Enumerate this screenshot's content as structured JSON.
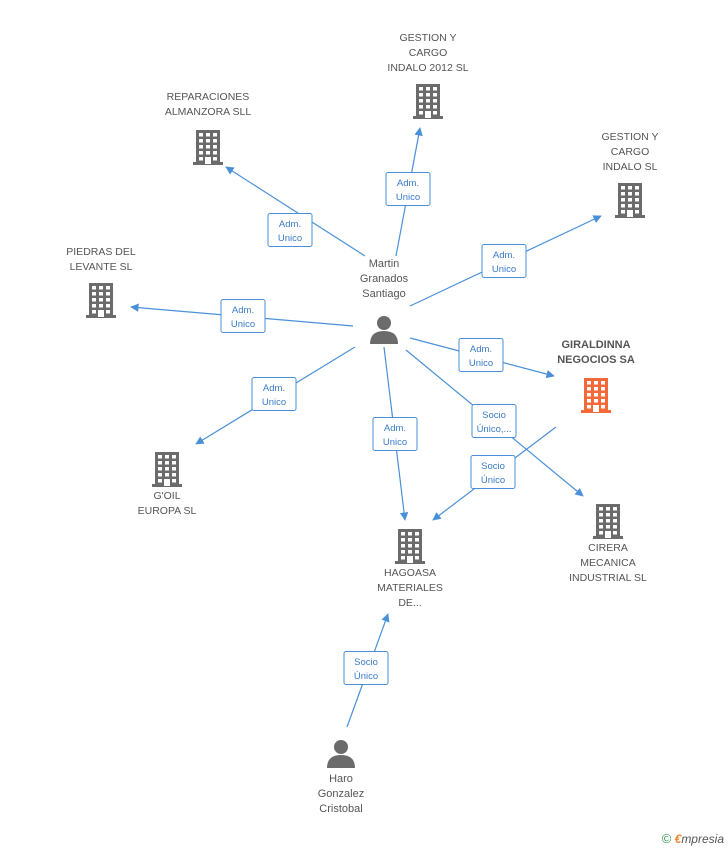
{
  "colors": {
    "edge": "#4a90d9",
    "building": "#6b6b6b",
    "focus_building": "#f26a3a",
    "person": "#6b6b6b"
  },
  "nodes": [
    {
      "id": "martin",
      "kind": "person",
      "icon": "person-icon",
      "lines": [
        "Martin",
        "Granados",
        "Santiago"
      ]
    },
    {
      "id": "haro",
      "kind": "person",
      "icon": "person-icon",
      "lines": [
        "Haro",
        "Gonzalez",
        "Cristobal"
      ]
    },
    {
      "id": "giraldinna",
      "kind": "company-focus",
      "icon": "building-icon",
      "lines": [
        "GIRALDINNA",
        "NEGOCIOS SA"
      ]
    },
    {
      "id": "gestion2012",
      "kind": "company",
      "icon": "building-icon",
      "lines": [
        "GESTION Y",
        "CARGO",
        "INDALO 2012 SL"
      ]
    },
    {
      "id": "gestion",
      "kind": "company",
      "icon": "building-icon",
      "lines": [
        "GESTION Y",
        "CARGO",
        "INDALO SL"
      ]
    },
    {
      "id": "reparaciones",
      "kind": "company",
      "icon": "building-icon",
      "lines": [
        "REPARACIONES",
        "ALMANZORA SLL"
      ]
    },
    {
      "id": "piedras",
      "kind": "company",
      "icon": "building-icon",
      "lines": [
        "PIEDRAS DEL",
        "LEVANTE  SL"
      ]
    },
    {
      "id": "goil",
      "kind": "company",
      "icon": "building-icon",
      "lines": [
        "G'OIL",
        "EUROPA  SL"
      ]
    },
    {
      "id": "hagoasa",
      "kind": "company",
      "icon": "building-icon",
      "lines": [
        "HAGOASA",
        "MATERIALES",
        "DE..."
      ]
    },
    {
      "id": "cirera",
      "kind": "company",
      "icon": "building-icon",
      "lines": [
        "CIRERA",
        "MECANICA",
        "INDUSTRIAL  SL"
      ]
    }
  ],
  "edges": [
    {
      "from": "martin",
      "to": "gestion2012",
      "label": [
        "Adm.",
        "Unico"
      ]
    },
    {
      "from": "martin",
      "to": "reparaciones",
      "label": [
        "Adm.",
        "Unico"
      ]
    },
    {
      "from": "martin",
      "to": "gestion",
      "label": [
        "Adm.",
        "Unico"
      ]
    },
    {
      "from": "martin",
      "to": "piedras",
      "label": [
        "Adm.",
        "Unico"
      ]
    },
    {
      "from": "martin",
      "to": "giraldinna",
      "label": [
        "Adm.",
        "Unico"
      ]
    },
    {
      "from": "martin",
      "to": "goil",
      "label": [
        "Adm.",
        "Unico"
      ]
    },
    {
      "from": "martin",
      "to": "hagoasa",
      "label": [
        "Adm.",
        "Unico"
      ]
    },
    {
      "from": "martin",
      "to": "cirera",
      "label": [
        "Socio",
        "Único,..."
      ]
    },
    {
      "from": "giraldinna",
      "to": "hagoasa",
      "label": [
        "Socio",
        "Único"
      ]
    },
    {
      "from": "haro",
      "to": "hagoasa",
      "label": [
        "Socio",
        "Único"
      ]
    }
  ],
  "footer": {
    "copyright_symbol": "©",
    "brand_initial": "€",
    "brand_rest": "mpresia"
  }
}
